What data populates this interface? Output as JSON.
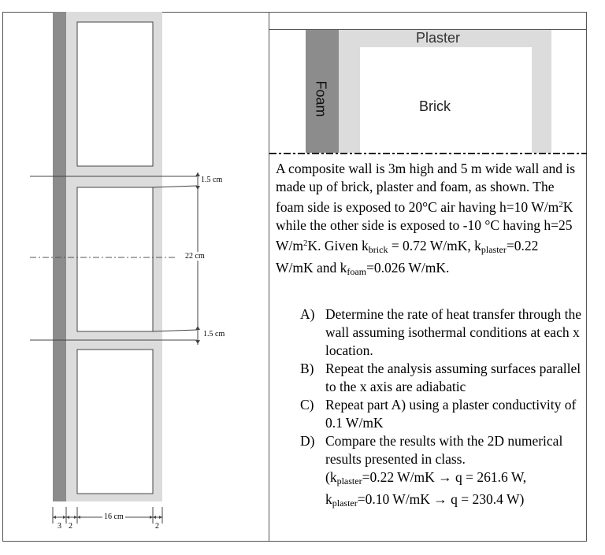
{
  "left_figure": {
    "dim_top_gap": "1.5 cm",
    "dim_cell_height": "22 cm",
    "dim_bottom_gap": "1.5 cm",
    "dim_widths": [
      "3",
      "2",
      "16 cm",
      "2"
    ],
    "colors": {
      "foam": "#8c8c8c",
      "plaster": "#dcdcdc",
      "brick": "#ffffff"
    }
  },
  "right_figure": {
    "plaster_label": "Plaster",
    "brick_label": "Brick",
    "foam_label": "Foam"
  },
  "problem": {
    "intro_1": "A composite wall is 3m high and 5 m wide wall and is made up of brick, plaster and foam, as shown.  The foam side is exposed to 20°C air having h=10 W/m",
    "intro_2": "K while the other side is exposed to -10 °C having h=25 W/m",
    "intro_3": "K. Given k",
    "intro_4": " = 0.72 W/mK, k",
    "intro_5": "=0.22 W/mK and k",
    "intro_6": "=0.026 W/mK.",
    "sup_2": "2",
    "sub_brick": "brick",
    "sub_plaster": "plaster",
    "sub_foam": "foam"
  },
  "parts": [
    {
      "label": "A)",
      "text": "Determine the rate of heat transfer through the wall assuming isothermal conditions at each x location."
    },
    {
      "label": "B)",
      "text": "Repeat the analysis assuming surfaces parallel to the x axis are adiabatic"
    },
    {
      "label": "C)",
      "text": "Repeat part A) using a plaster conductivity of 0.1 W/mK"
    },
    {
      "label": "D)",
      "text": "Compare the results with the 2D numerical results presented in class."
    }
  ],
  "part_d_results": {
    "r1_pre": "(k",
    "r1_sub": "plaster",
    "r1_post": "=0.22 W/mK → q = 261.6 W,",
    "r2_pre": "k",
    "r2_sub": "plaster",
    "r2_post": "=0.10 W/mK → q = 230.4 W)"
  }
}
